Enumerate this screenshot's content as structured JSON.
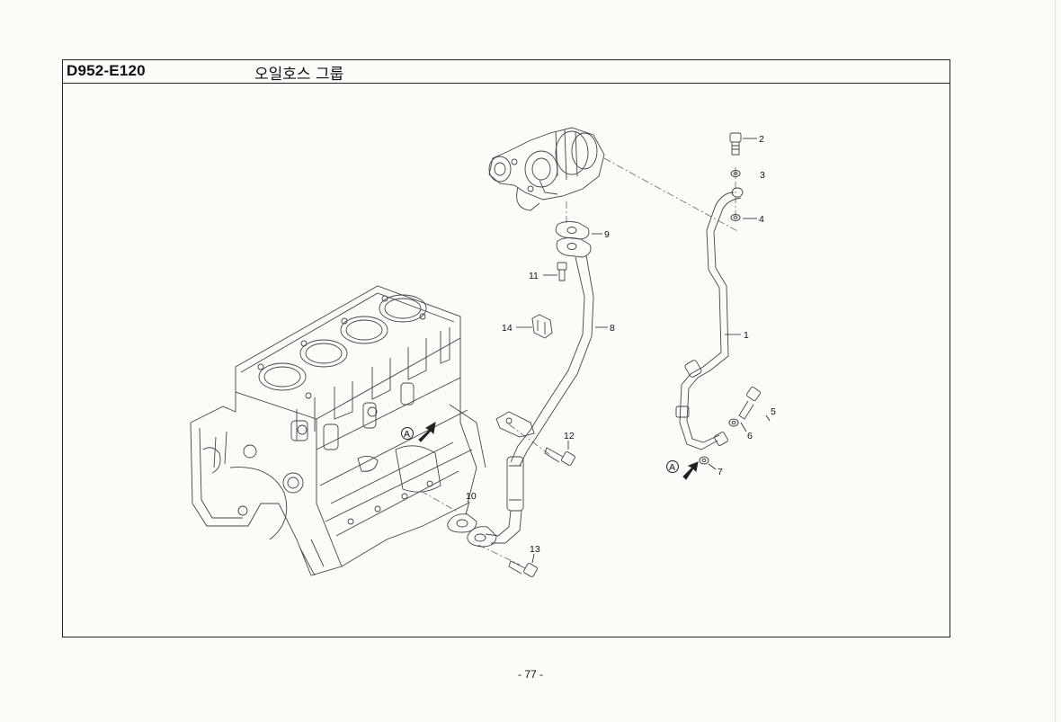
{
  "header": {
    "code": "D952-E120",
    "title": "오일호스 그룹"
  },
  "footer": {
    "page": "- 77 -"
  },
  "callouts": [
    "1",
    "2",
    "3",
    "4",
    "5",
    "6",
    "7",
    "8",
    "9",
    "10",
    "11",
    "12",
    "13",
    "14"
  ],
  "reference_marks": {
    "engine": "A",
    "hose": "A"
  }
}
